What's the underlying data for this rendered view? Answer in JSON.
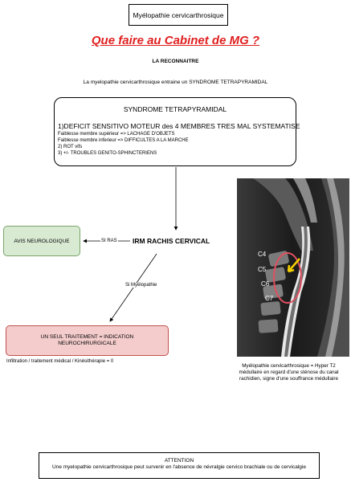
{
  "title": "Myélopathie cervicarthrosique",
  "heading": "Que faire au Cabinet de MG ?",
  "subheading": "LA RECONNAITRE",
  "intro": "La myelopathie cervicarthrosique entraine un SYNDROME TETRAPYRAMIDAL",
  "syndrome": {
    "title": "SYNDROME TETRAPYRAMIDAL",
    "line1": "1)DEFICIT SENSITIVO MOTEUR des 4 MEMBRES TRES MAL SYSTEMATISE",
    "line2": "Faiblesse membre supérieur => LACHAGE D'OBJETS",
    "line3": "Faiblesse membre inferieur => DIFFICULTES A LA MARCHE",
    "line4": "2) ROT vifs",
    "line5": "3) +/- TROUBLES GENITO-SPHINCTERIENS"
  },
  "avis": "AVIS NEUROLOGIQUE",
  "si_ras": "SI RAS",
  "irm": "IRM RACHIS CERVICAL",
  "si_myelopathie": "Si Myélopathie",
  "traitement": {
    "line1": "UN SEUL TRAITEMENT = INDICATION",
    "line2": "NEUROCHIRURGICALE"
  },
  "infiltration": "Infiltration / traitement médical / Kinésithérapie = 0",
  "mri_labels": [
    "C4",
    "C5",
    "C6",
    "C7"
  ],
  "caption": {
    "line1": "Myélopathie cervicarthrosique = Hyper T2",
    "line2": "médullaire en regard d'une sténose du canal",
    "line3": "rachidien, signe d'une souffrance médullaire"
  },
  "attention": {
    "title": "ATTENTION",
    "text": "Une myelopathie cervicarthrosique peut survenir en l'absence de névralgie cervico brachiale ou de cervicalgie"
  },
  "colors": {
    "heading": "#e02020",
    "avis_fill": "#d9ead3",
    "traitement_fill": "#f4cccc",
    "highlight_circle": "#e05060",
    "arrow_marker": "#f5d000"
  }
}
